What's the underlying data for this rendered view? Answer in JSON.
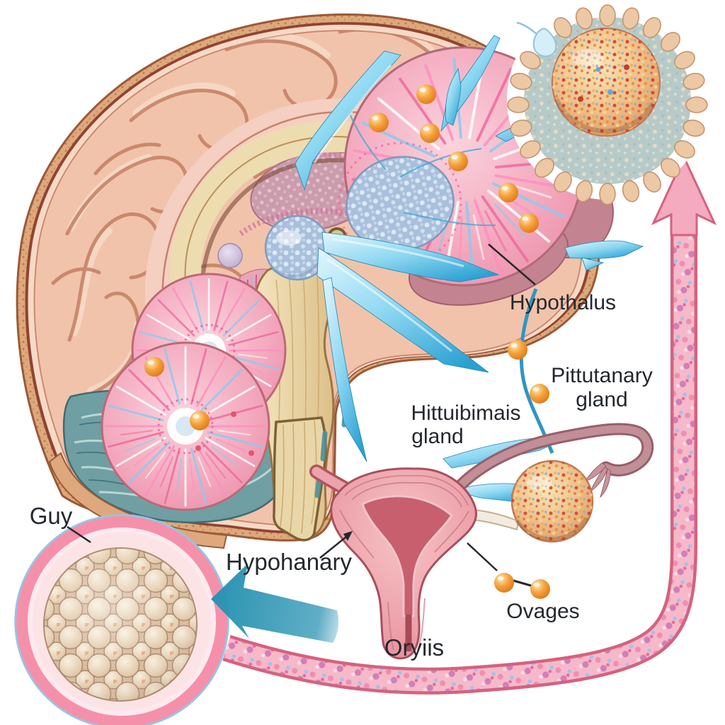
{
  "figure": {
    "type": "medical-illustration",
    "subject": "Hypothalamus-pituitary-ovary hormonal feedback diagram with garbled AI labels",
    "labels": {
      "hypothalamus": "Hypothalus",
      "pituitary_line1": "Pittutanary",
      "pituitary_line2": "gland",
      "hypophysis_line1": "Hittuibimais",
      "hypophysis_line2": "gland",
      "follicle_inset": "Guy",
      "uterus": "Hypohanary",
      "ovaries": "Ovages",
      "ovum": "Oryiis"
    },
    "palette": {
      "background": "#ffffff",
      "skull": "#dfa87c",
      "cortex": "#f1c3ab",
      "gyri_line": "#c17a5e",
      "corpus_callosum": "#eddcb0",
      "thalamus": "#cb9cac",
      "hypothalamus_sphere": "#a9c0dc",
      "brainstem": "#ecd9ae",
      "cerebellum": "#6f9fa3",
      "gland_pink": "#f3a8bd",
      "gland_ray_pink": "#ff8fc0",
      "gland_ray_blue": "#8ccaef",
      "hormone_bead_orange": "#e8821e",
      "arrow_blue": "#2aa0d2",
      "arrow_teal": "#2a93b2",
      "vessel_pink": "#f6b9ca",
      "vessel_border": "#d5627f",
      "egg_base": "#edb176",
      "egg_speck_red": "#cf4434",
      "disc_gray": "#b7cac7",
      "ring_cell": "#ecc8a4",
      "uterus_pink": "#e79aa3",
      "label_color": "#24282e"
    }
  }
}
